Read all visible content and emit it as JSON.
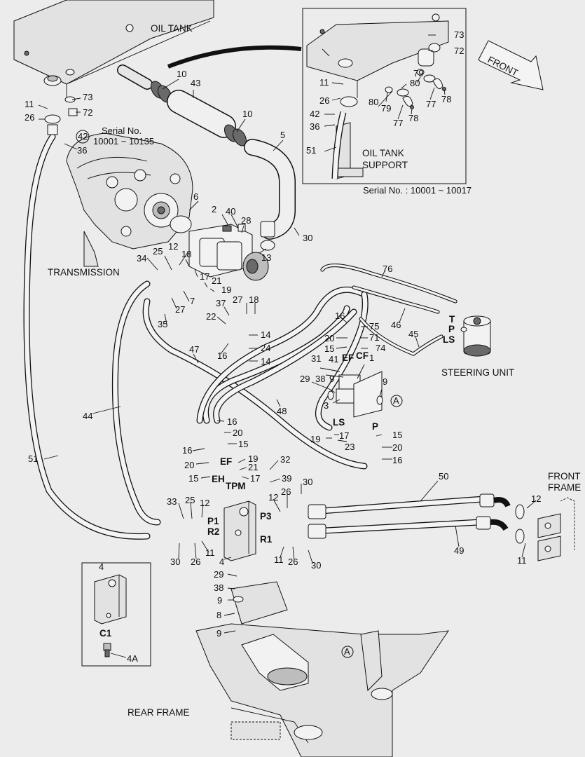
{
  "titles": {
    "oil_tank": "OIL TANK",
    "transmission": "TRANSMISSION",
    "steering_unit": "STEERING UNIT",
    "front_frame_1": "FRONT",
    "front_frame_2": "FRAME",
    "rear_frame": "REAR FRAME",
    "oil_tank_support_1": "OIL TANK",
    "oil_tank_support_2": "SUPPORT",
    "serial_main_1": "Serial No.",
    "serial_main_2": "10001 ~ 10135",
    "serial_inset": "Serial No. : 10001 ~ 10017",
    "front_arrow": "FRONT"
  },
  "ports": {
    "ef_top": "EF",
    "cf_top": "CF",
    "ls_mid": "LS",
    "p_mid": "P",
    "ef_block": "EF",
    "eh": "EH",
    "tpm": "TPM",
    "p1": "P1",
    "r2": "R2",
    "p3": "P3",
    "r1": "R1",
    "t_steer": "T",
    "p_steer": "P",
    "ls_steer": "LS",
    "c1": "C1"
  },
  "circle_refs": {
    "a1": "A",
    "a2": "A",
    "ref42": "42"
  },
  "callouts": {
    "c73": "73",
    "c72": "72",
    "c11a": "11",
    "c26a": "26",
    "c36a": "36",
    "c10a": "10",
    "c43": "43",
    "c10b": "10",
    "c5": "5",
    "c6": "6",
    "c2": "2",
    "c40": "40",
    "c28": "28",
    "c30a": "30",
    "c13": "13",
    "c34": "34",
    "c25a": "25",
    "c12a": "12",
    "c18a": "18",
    "c17a": "17",
    "c21a": "21",
    "c19a": "19",
    "c7": "7",
    "c27a": "27",
    "c35": "35",
    "c37": "37",
    "c27b": "27",
    "c18b": "18",
    "c22": "22",
    "c16a": "16",
    "c14a": "14",
    "c24": "24",
    "c14b": "14",
    "c47": "47",
    "c44": "44",
    "c51a": "51",
    "c76": "76",
    "c16b": "16",
    "c75": "75",
    "c20a": "20",
    "c71": "71",
    "c15a": "15",
    "c74": "74",
    "c46": "46",
    "c45": "45",
    "c31": "31",
    "c41": "41",
    "c1": "1",
    "c29a": "29",
    "c38a": "38",
    "c9a": "9",
    "c9b": "9",
    "c3": "3",
    "c48": "48",
    "c19b": "19",
    "c17b": "17",
    "c23": "23",
    "c15b": "15",
    "c20b": "20",
    "c16c": "16",
    "c16d": "16",
    "c20c": "20",
    "c15c": "15",
    "c16e": "16",
    "c20d": "20",
    "c15d": "15",
    "c19c": "19",
    "c21b": "21",
    "c17c": "17",
    "c32": "32",
    "c39": "39",
    "c30b": "30",
    "c50": "50",
    "c33": "33",
    "c25b": "25",
    "c12b": "12",
    "c12c": "12",
    "c26b": "26",
    "c12d": "12",
    "c30c": "30",
    "c26c": "26",
    "c11b": "11",
    "c4a": "4",
    "c11c": "11",
    "c26d": "26",
    "c30d": "30",
    "c49": "49",
    "c11d": "11",
    "c4b": "4",
    "c29b": "29",
    "c38b": "38",
    "c9c": "9",
    "c8": "8",
    "c9d": "9",
    "c4A": "4A",
    "i73": "73",
    "i72": "72",
    "i11": "11",
    "i26": "26",
    "i42": "42",
    "i36": "36",
    "i51": "51",
    "i80a": "80",
    "i79a": "79",
    "i80b": "80",
    "i79b": "79",
    "i77a": "77",
    "i78a": "78",
    "i77b": "77",
    "i78b": "78"
  },
  "colors": {
    "background": "#ececec",
    "line": "#111111",
    "part_fill": "#f2f2f2",
    "frame_fill": "#e2e2e2"
  }
}
